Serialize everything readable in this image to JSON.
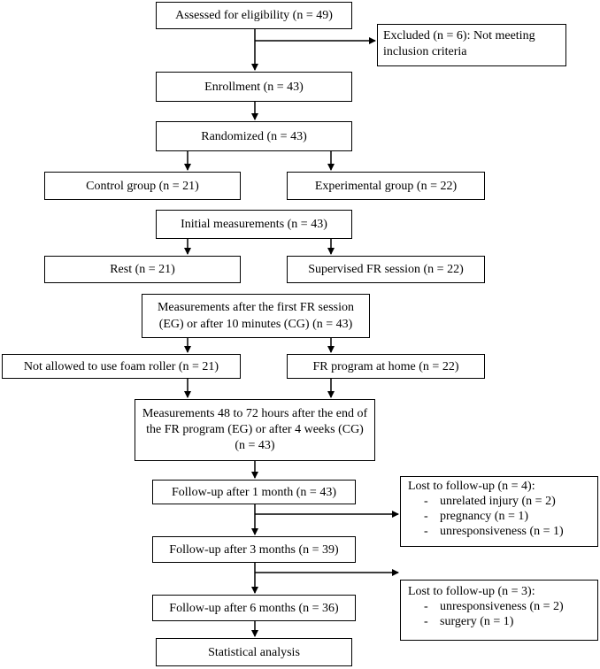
{
  "boxes": {
    "assessed": "Assessed for eligibility (n = 49)",
    "excluded": "Excluded (n = 6): Not meeting inclusion criteria",
    "enrollment": "Enrollment (n = 43)",
    "randomized": "Randomized (n = 43)",
    "control_group": "Control group (n = 21)",
    "experimental_group": "Experimental group (n = 22)",
    "initial_measurements": "Initial measurements (n = 43)",
    "rest": "Rest (n = 21)",
    "supervised_fr": "Supervised FR session (n = 22)",
    "measurements_first_session": "Measurements after the first FR session (EG) or after 10 minutes (CG) (n = 43)",
    "not_allowed_foam_roller": "Not allowed to use foam roller (n = 21)",
    "fr_program_home": "FR program at home (n = 22)",
    "measurements_48_72": "Measurements 48 to 72 hours after the end of the FR program (EG) or after 4 weeks (CG) (n = 43)",
    "followup_1_month": "Follow-up after 1 month (n = 43)",
    "followup_3_months": "Follow-up after 3 months (n = 39)",
    "followup_6_months": "Follow-up after 6 months (n = 36)",
    "statistical_analysis": "Statistical analysis"
  },
  "lost_1": {
    "title": "Lost to follow-up (n = 4):",
    "items": [
      "unrelated injury (n = 2)",
      "pregnancy (n = 1)",
      "unresponsiveness (n = 1)"
    ]
  },
  "lost_2": {
    "title": "Lost to follow-up (n = 3):",
    "items": [
      "unresponsiveness (n = 2)",
      "surgery (n = 1)"
    ]
  },
  "bullet_symbol": "-"
}
